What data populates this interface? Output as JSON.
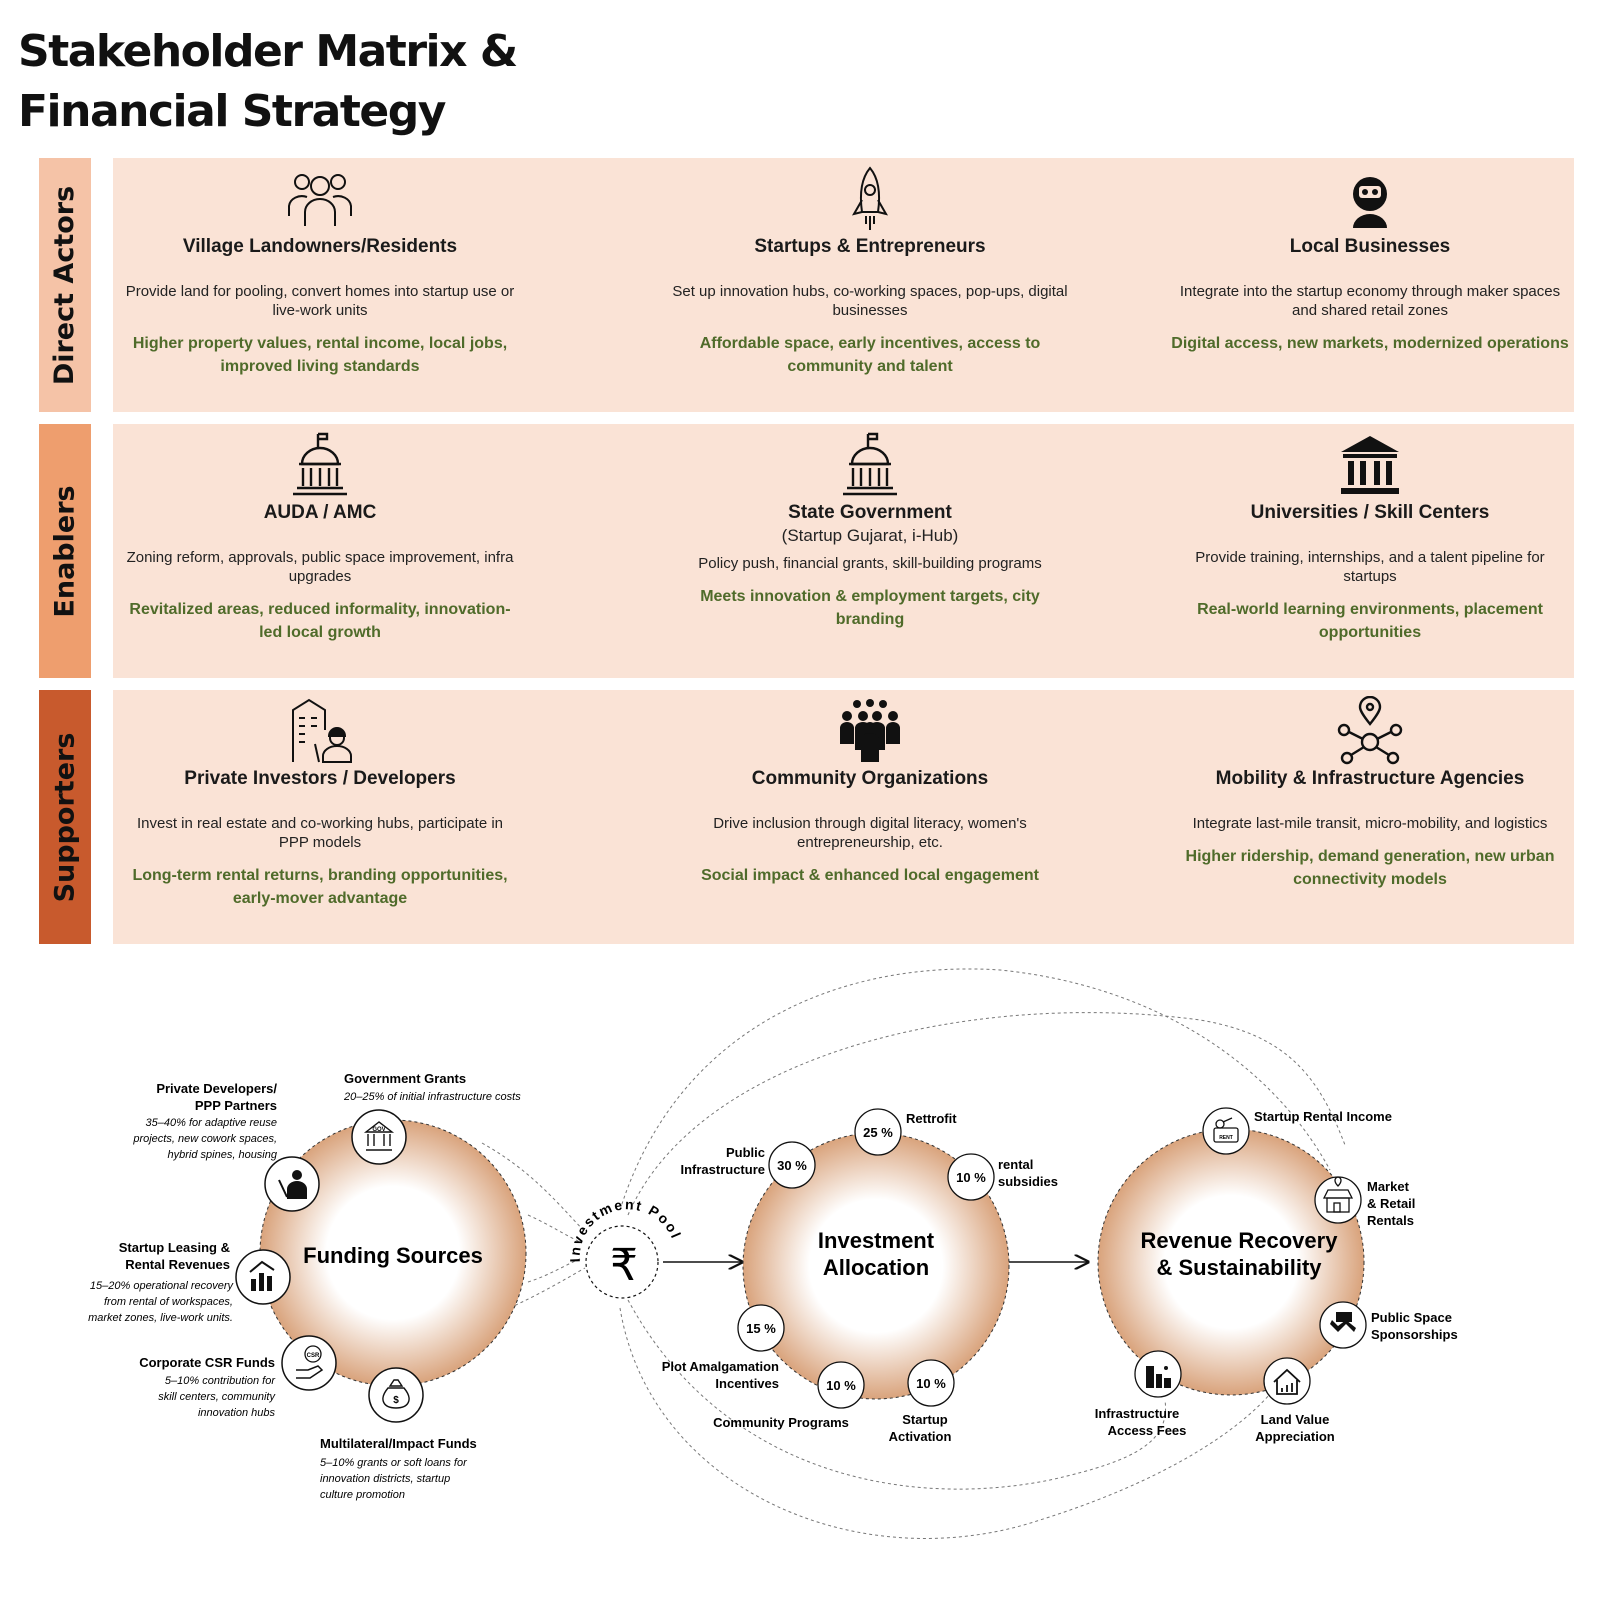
{
  "title_line1": "Stakeholder Matrix &",
  "title_line2": "Financial Strategy",
  "colors": {
    "panel": "#fae3d6",
    "direct": "#f5c3a7",
    "enablers": "#ee9e6e",
    "supporters": "#c85a2d",
    "benefit_text": "#4f6b2a",
    "circle_edge": "#d7a278"
  },
  "rows": [
    {
      "label": "Direct Actors",
      "cells": [
        {
          "icon": "people-group-icon",
          "name": "Village Landowners/Residents",
          "sub": "",
          "role": "Provide land for pooling, convert homes into startup use or live-work units",
          "benefit": "Higher property values, rental income, local jobs, improved living standards"
        },
        {
          "icon": "rocket-icon",
          "name": "Startups & Entrepreneurs",
          "sub": "",
          "role": "Set up innovation hubs, co-working spaces, pop-ups, digital businesses",
          "benefit": "Affordable space, early incentives, access to community and talent"
        },
        {
          "icon": "shopkeeper-icon",
          "name": "Local Businesses",
          "sub": "",
          "role": "Integrate into the startup economy through maker spaces and shared retail zones",
          "benefit": "Digital access, new markets, modernized operations"
        }
      ]
    },
    {
      "label": "Enablers",
      "cells": [
        {
          "icon": "government-building-icon",
          "name": "AUDA / AMC",
          "sub": "",
          "role": "Zoning reform, approvals, public space improvement, infra upgrades",
          "benefit": "Revitalized areas, reduced informality, innovation-led local growth"
        },
        {
          "icon": "government-building-icon",
          "name": "State Government",
          "sub": "(Startup Gujarat, i-Hub)",
          "role": "Policy push, financial grants, skill-building programs",
          "benefit": "Meets innovation & employment targets, city branding"
        },
        {
          "icon": "university-icon",
          "name": "Universities / Skill Centers",
          "sub": "",
          "role": "Provide training, internships, and a talent pipeline for startups",
          "benefit": "Real-world learning environments, placement opportunities"
        }
      ]
    },
    {
      "label": "Supporters",
      "cells": [
        {
          "icon": "developer-building-icon",
          "name": "Private Investors / Developers",
          "sub": "",
          "role": "Invest in real estate and co-working hubs, participate in PPP models",
          "benefit": "Long-term rental returns, branding opportunities, early-mover advantage"
        },
        {
          "icon": "crowd-icon",
          "name": "Community Organizations",
          "sub": "",
          "role": "Drive inclusion through digital literacy, women's entrepreneurship, etc.",
          "benefit": "Social impact & enhanced local engagement"
        },
        {
          "icon": "network-pin-icon",
          "name": "Mobility & Infrastructure Agencies",
          "sub": "",
          "role": "Integrate last-mile transit, micro-mobility, and logistics",
          "benefit": "Higher ridership, demand generation, new urban connectivity models"
        }
      ]
    }
  ],
  "funding": {
    "center": "Funding Sources",
    "gov_title": "Government Grants",
    "gov_note": "20–25% of initial infrastructure costs",
    "gov_badge": "GOV",
    "private_title_1": "Private Developers/",
    "private_title_2": "PPP Partners",
    "private_note_1": "35–40% for adaptive reuse",
    "private_note_2": "projects, new cowork spaces,",
    "private_note_3": "hybrid spines, housing",
    "leasing_title_1": "Startup Leasing &",
    "leasing_title_2": "Rental Revenues",
    "leasing_note_1": "15–20% operational recovery",
    "leasing_note_2": "from rental of workspaces,",
    "leasing_note_3": "market zones, live-work units.",
    "csr_title": "Corporate CSR Funds",
    "csr_badge": "CSR",
    "csr_note_1": "5–10% contribution for",
    "csr_note_2": "skill centers, community",
    "csr_note_3": "innovation hubs",
    "multi_title": "Multilateral/Impact Funds",
    "multi_note_1": "5–10% grants or soft loans for",
    "multi_note_2": "innovation districts, startup",
    "multi_note_3": "culture promotion"
  },
  "pool": {
    "symbol": "₹",
    "ring_text": "Investment Pool"
  },
  "allocation": {
    "center_1": "Investment",
    "center_2": "Allocation",
    "items": [
      {
        "pct": "30 %",
        "label_1": "Public",
        "label_2": "Infrastructure"
      },
      {
        "pct": "25 %",
        "label_1": "Rettrofit",
        "label_2": ""
      },
      {
        "pct": "10 %",
        "label_1": "rental",
        "label_2": "subsidies"
      },
      {
        "pct": "15 %",
        "label_1": "Plot Amalgamation",
        "label_2": "Incentives"
      },
      {
        "pct": "10 %",
        "label_1": "Community Programs",
        "label_2": ""
      },
      {
        "pct": "10 %",
        "label_1": "Startup",
        "label_2": "Activation"
      }
    ]
  },
  "revenue": {
    "center_1": "Revenue Recovery",
    "center_2": "& Sustainability",
    "rent_badge": "RENT",
    "items": [
      {
        "icon": "rent-key-icon",
        "label_1": "Startup Rental Income",
        "label_2": "",
        "label_3": ""
      },
      {
        "icon": "market-stall-icon",
        "label_1": "Market",
        "label_2": "& Retail",
        "label_3": "Rentals"
      },
      {
        "icon": "handshake-icon",
        "label_1": "Public Space",
        "label_2": "Sponsorships",
        "label_3": ""
      },
      {
        "icon": "house-growth-icon",
        "label_1": "Land Value",
        "label_2": "Appreciation",
        "label_3": ""
      },
      {
        "icon": "city-infrastructure-icon",
        "label_1": "Infrastructure",
        "label_2": "Access Fees",
        "label_3": ""
      }
    ]
  }
}
